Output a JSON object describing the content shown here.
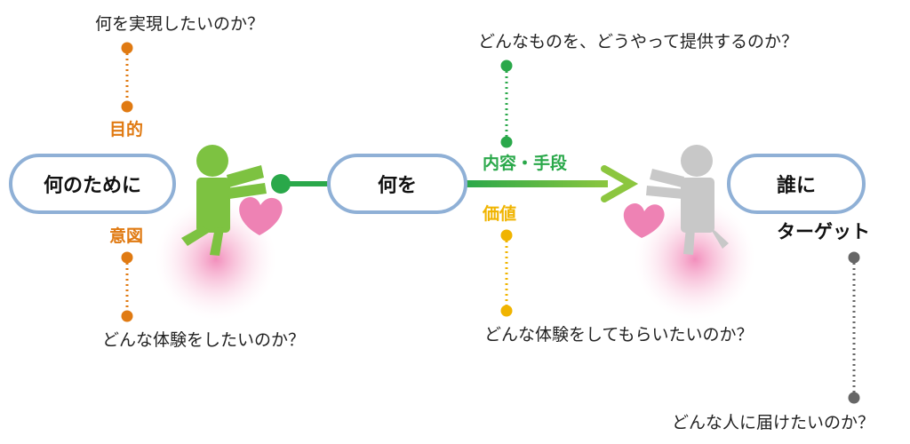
{
  "nodes": {
    "purpose": "何のために",
    "what": "何を",
    "who": "誰に"
  },
  "labels": {
    "goal": "目的",
    "intent": "意図",
    "content_means": "内容・手段",
    "value": "価値",
    "target": "ターゲット"
  },
  "questions": {
    "goal_q": "何を実現したいのか？",
    "intent_q": "どんな体験をしたいのか？",
    "means_q": "どんなものを、どうやって提供するのか？",
    "value_q": "どんな体験をしてもらいたいのか？",
    "target_q": "どんな人に届けたいのか？"
  },
  "colors": {
    "orange": "#e07a12",
    "green": "#2aa84a",
    "yellow": "#f0b400",
    "gray": "#666666",
    "node_border": "#8fb0d6",
    "figure_green": "#7dc241",
    "figure_gray": "#c8c8c8",
    "heart": "#ee82b4",
    "glow": "#f07ab0"
  }
}
